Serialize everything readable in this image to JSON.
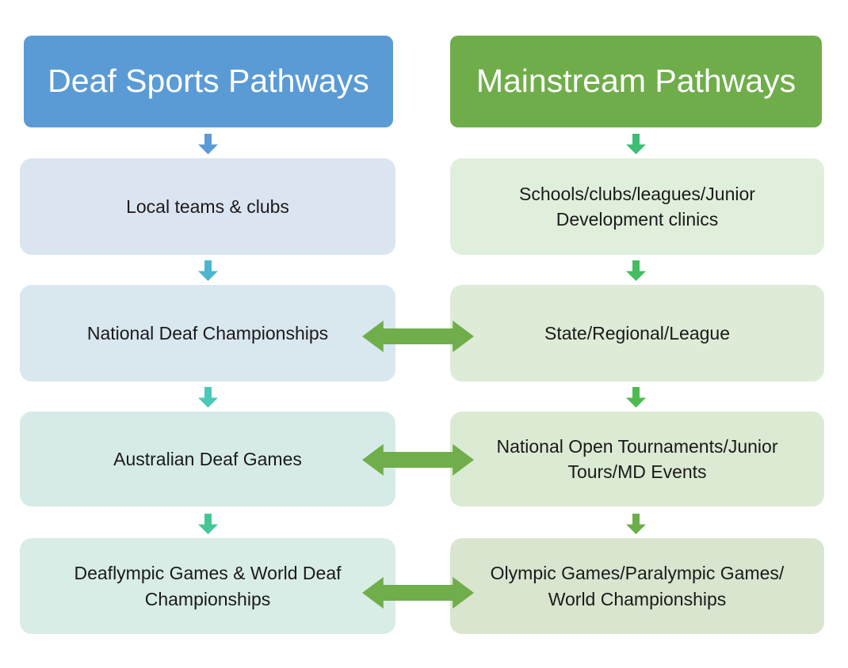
{
  "left_column": {
    "header": {
      "label": "Deaf Sports Pathways",
      "bg": "#5b9bd5",
      "text_color": "#ffffff"
    },
    "boxes": [
      {
        "label": "Local teams & clubs",
        "bg": "#dbe5f1"
      },
      {
        "label": "National Deaf Championships",
        "bg": "#d9e7ef"
      },
      {
        "label": "Australian Deaf Games",
        "bg": "#d6ebe7"
      },
      {
        "label": "Deaflympic Games & World Deaf\nChampionships",
        "bg": "#d8ede5"
      }
    ],
    "down_arrow_colors": [
      "#5b9bd5",
      "#4bb6ce",
      "#49c9b7",
      "#45c795"
    ]
  },
  "right_column": {
    "header": {
      "label": "Mainstream Pathways",
      "bg": "#6fad4b",
      "text_color": "#ffffff"
    },
    "boxes": [
      {
        "label": "Schools/clubs/leagues/Junior\nDevelopment clinics",
        "bg": "#e0efdc"
      },
      {
        "label": "State/Regional/League",
        "bg": "#deecd7"
      },
      {
        "label": "National Open Tournaments/Junior\nTours/MD Events",
        "bg": "#dbead2"
      },
      {
        "label": "Olympic Games/Paralympic Games/\nWorld Championships",
        "bg": "#d9e5cf"
      }
    ],
    "down_arrow_colors": [
      "#3ebd75",
      "#43bd5f",
      "#4dbb50",
      "#6cae49"
    ]
  },
  "cross_arrows": {
    "color": "#6fae4a",
    "connected_rows": [
      "row-2",
      "row-3",
      "row-4"
    ]
  }
}
